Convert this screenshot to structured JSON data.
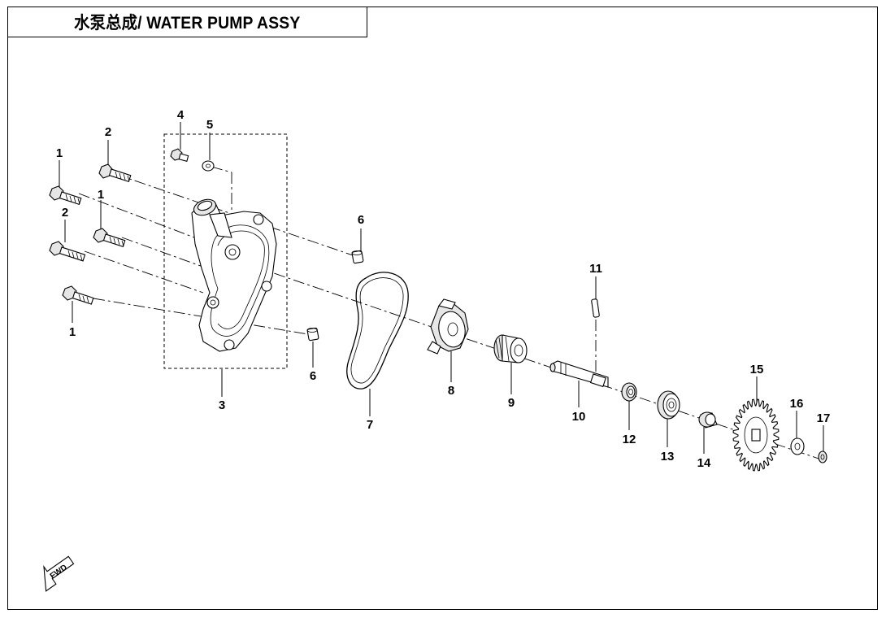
{
  "title": "水泵总成/ WATER PUMP ASSY",
  "fwd_label": "FWD",
  "callouts": {
    "c1a": "1",
    "c1b": "1",
    "c1c": "1",
    "c2a": "2",
    "c2b": "2",
    "c3": "3",
    "c4": "4",
    "c5": "5",
    "c6a": "6",
    "c6b": "6",
    "c7": "7",
    "c8": "8",
    "c9": "9",
    "c10": "10",
    "c11": "11",
    "c12": "12",
    "c13": "13",
    "c14": "14",
    "c15": "15",
    "c16": "16",
    "c17": "17"
  }
}
